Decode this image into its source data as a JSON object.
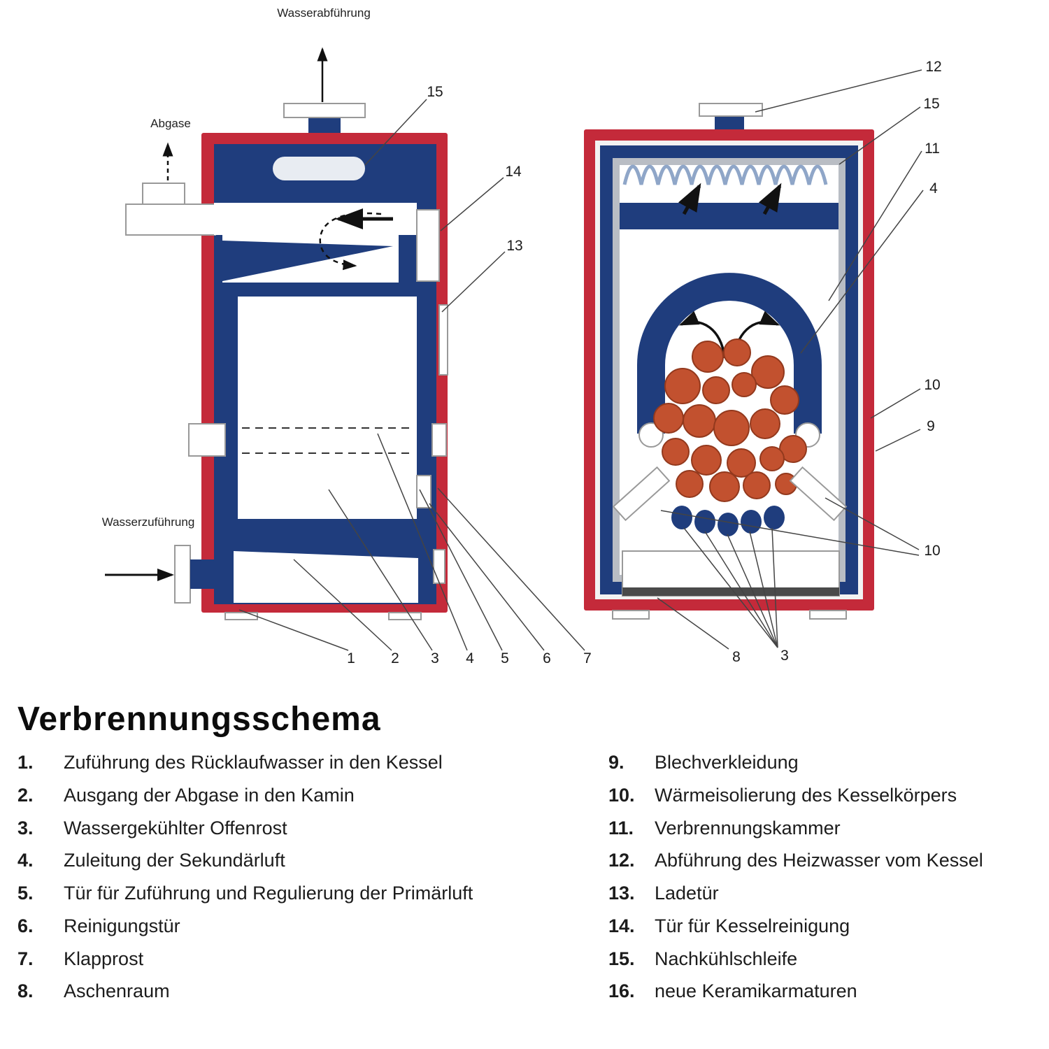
{
  "title": "Verbrennungsschema",
  "colors": {
    "casing_red": "#c42a3a",
    "water_blue": "#1f3d7d",
    "insulation_gray": "#b9bdc4",
    "logs_orange": "#c2512f",
    "coil_blue": "#8fa6c8"
  },
  "flow_labels": {
    "water_out": "Wasserabführung",
    "flue_gas": "Abgase",
    "water_in": "Wasserzuführung"
  },
  "callouts": {
    "left": {
      "c15": "15",
      "c14": "14",
      "c13": "13",
      "b1": "1",
      "b2": "2",
      "b3": "3",
      "b4": "4",
      "b5": "5",
      "b6": "6",
      "b7": "7"
    },
    "right": {
      "c12": "12",
      "c15": "15",
      "c11": "11",
      "c4": "4",
      "c10a": "10",
      "c9": "9",
      "c10b": "10",
      "b8": "8",
      "b3": "3"
    }
  },
  "legend": {
    "left": [
      {
        "num": "1.",
        "text": "Zuführung des Rücklaufwasser in den Kessel"
      },
      {
        "num": "2.",
        "text": "Ausgang der Abgase in den Kamin"
      },
      {
        "num": "3.",
        "text": "Wassergekühlter Offenrost"
      },
      {
        "num": "4.",
        "text": "Zuleitung der Sekundärluft"
      },
      {
        "num": "5.",
        "text": "Tür für Zuführung und Regulierung der Primärluft"
      },
      {
        "num": "6.",
        "text": "Reinigungstür"
      },
      {
        "num": "7.",
        "text": "Klapprost"
      },
      {
        "num": "8.",
        "text": "Aschenraum"
      }
    ],
    "right": [
      {
        "num": "9.",
        "text": "Blechverkleidung"
      },
      {
        "num": "10.",
        "text": "Wärmeisolierung des Kesselkörpers"
      },
      {
        "num": "11.",
        "text": "Verbrennungskammer"
      },
      {
        "num": "12.",
        "text": "Abführung des Heizwasser vom Kessel"
      },
      {
        "num": "13.",
        "text": "Ladetür"
      },
      {
        "num": "14.",
        "text": "Tür für Kesselreinigung"
      },
      {
        "num": "15.",
        "text": "Nachkühlschleife"
      },
      {
        "num": "16.",
        "text": "neue Keramikarmaturen"
      }
    ]
  }
}
